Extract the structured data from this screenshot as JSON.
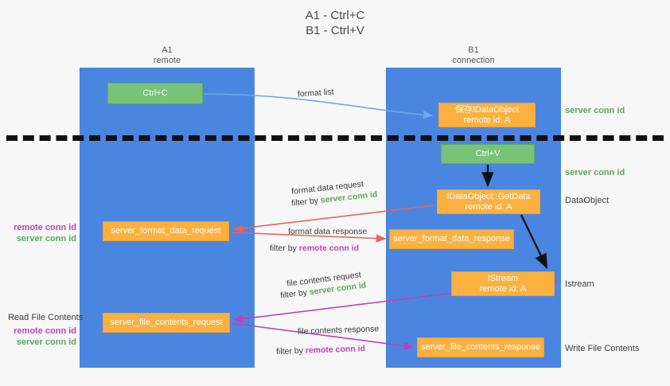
{
  "title": {
    "line1": "A1 - Ctrl+C",
    "line2": "B1 - Ctrl+V"
  },
  "lanes": {
    "left": {
      "name": "A1",
      "role": "remote",
      "color": "#4a86e0"
    },
    "right": {
      "name": "B1",
      "role": "connection",
      "color": "#4a86e0"
    }
  },
  "colors": {
    "lane": "#4a86e0",
    "green_box": "#77c477",
    "orange_box": "#fbb040",
    "server_conn_id": "#5aa85a",
    "remote_conn_id": "#c040c0",
    "arrow_blue": "#6aa8e8",
    "arrow_red": "#e8635a",
    "arrow_magenta": "#c040c0",
    "arrow_black": "#111111",
    "background": "#f7f7f7"
  },
  "nodes": {
    "ctrl_c": {
      "label": "Ctrl+C",
      "kind": "green"
    },
    "ctrl_v": {
      "label": "Ctrl+V",
      "kind": "green"
    },
    "save_idataobject": {
      "line1": "保存IDataObject",
      "line2": "remote id: A",
      "kind": "orange"
    },
    "getdata": {
      "line1": "IDataObject::GetData",
      "line2": "remote id: A",
      "kind": "orange"
    },
    "istream": {
      "line1": "IStream",
      "line2": "remote id: A",
      "kind": "orange"
    },
    "server_format_data_request": {
      "label": "server_format_data_request",
      "kind": "orange"
    },
    "server_format_data_response": {
      "label": "server_format_data_response",
      "kind": "orange"
    },
    "server_file_contents_request": {
      "label": "server_file_contents_request",
      "kind": "orange"
    },
    "server_file_contents_response": {
      "label": "server_file_contents_response",
      "kind": "orange"
    }
  },
  "edge_labels": {
    "format_list": "format list",
    "format_data_request": "format data request",
    "format_data_request_filter_prefix": "filter by ",
    "format_data_request_filter_value": "server conn id",
    "format_data_response": "format data response",
    "format_data_response_filter_prefix": "filter by ",
    "format_data_response_filter_value": "remote conn id",
    "file_contents_request": "file contents request",
    "file_contents_request_filter_prefix": "filter by ",
    "file_contents_request_filter_value": "server conn id",
    "file_contents_response": "file contents response",
    "file_contents_response_filter_prefix": "filter by ",
    "file_contents_response_filter_value": "remote conn id"
  },
  "side_labels": {
    "right_server_conn_id_top": "server conn id",
    "right_server_conn_id_mid": "server conn id",
    "dataobject": "DataObject",
    "istream": "Istream",
    "write_file_contents": "Write File Contents",
    "left_remote_conn_id_1": "remote conn id",
    "left_server_conn_id_1": "server conn id",
    "read_file_contents": "Read File Contents",
    "left_remote_conn_id_2": "remote conn id",
    "left_server_conn_id_2": "server conn id"
  }
}
